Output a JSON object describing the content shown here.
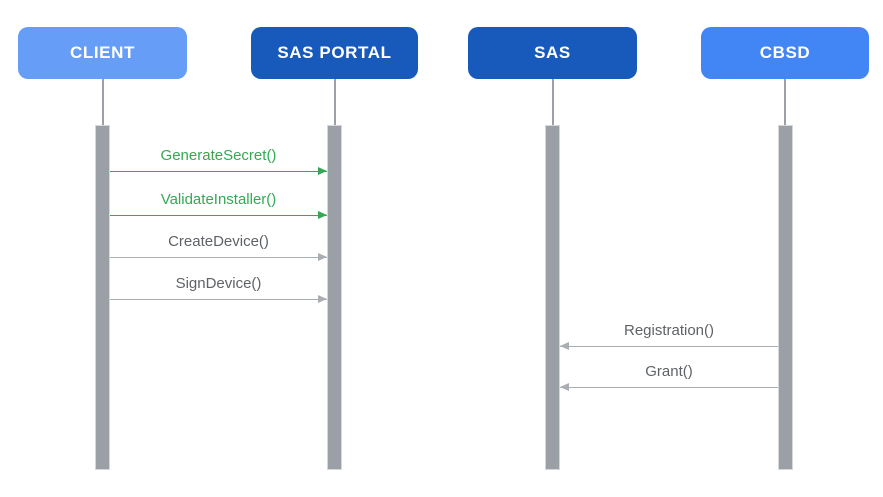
{
  "diagram_type": "sequence-diagram",
  "colors": {
    "background": "#FFFFFF",
    "actor-light": "#669DF6",
    "actor-dark": "#185ABC",
    "actor-cbsd": "#4285F4",
    "actor-text": "#FFFFFF",
    "green": "#34A853",
    "gray-text": "#5F6368",
    "line-gray": "#A9AEB3",
    "bar-fill": "#9AA0A6",
    "bar-border": "#D5D7DA",
    "lifeline": "#9AA0A6"
  },
  "actors": [
    {
      "label": "CLIENT",
      "color": "#669DF6"
    },
    {
      "label": "SAS PORTAL",
      "color": "#185ABC"
    },
    {
      "label": "SAS",
      "color": "#185ABC"
    },
    {
      "label": "CBSD",
      "color": "#4285F4"
    }
  ],
  "messages": [
    {
      "label": "GenerateSecret()",
      "from": "CLIENT",
      "to": "SAS PORTAL",
      "direction": "right",
      "color": "#34A853"
    },
    {
      "label": "ValidateInstaller()",
      "from": "CLIENT",
      "to": "SAS PORTAL",
      "direction": "right",
      "color": "#34A853"
    },
    {
      "label": "CreateDevice()",
      "from": "CLIENT",
      "to": "SAS PORTAL",
      "direction": "right",
      "color": "#5F6368"
    },
    {
      "label": "SignDevice()",
      "from": "CLIENT",
      "to": "SAS PORTAL",
      "direction": "right",
      "color": "#5F6368"
    },
    {
      "label": "Registration()",
      "from": "CBSD",
      "to": "SAS",
      "direction": "left",
      "color": "#5F6368"
    },
    {
      "label": "Grant()",
      "from": "CBSD",
      "to": "SAS",
      "direction": "left",
      "color": "#5F6368"
    }
  ]
}
